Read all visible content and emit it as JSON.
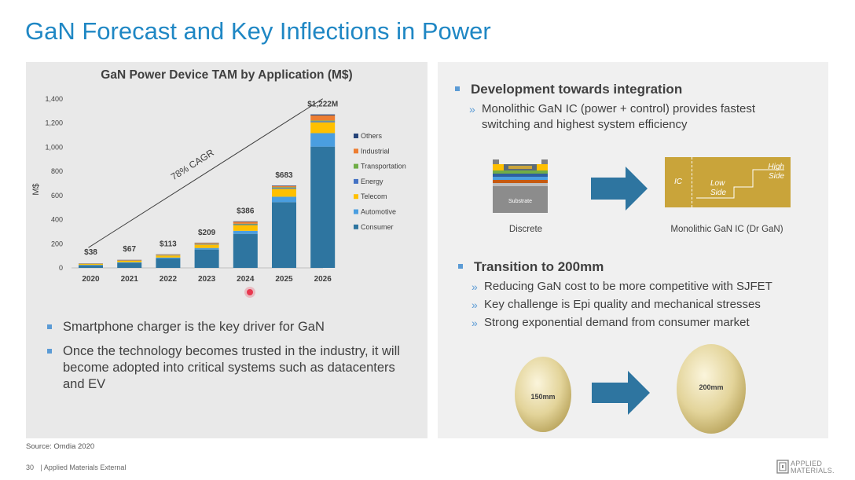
{
  "slide": {
    "title": "GaN Forecast and Key Inflections in Power",
    "source": "Source: Omdia 2020",
    "footer_page": "30",
    "footer_text": "| Applied Materials External",
    "logo_line1": "APPLIED",
    "logo_line2": "MATERIALS."
  },
  "chart_data": {
    "type": "bar",
    "stacked": true,
    "title": "GaN Power Device TAM by Application (M$)",
    "ylabel": "M$",
    "xlabel": "",
    "ylim": [
      0,
      1400
    ],
    "yticks": [
      "0",
      "200",
      "400",
      "600",
      "800",
      "1,000",
      "1,200",
      "1,400"
    ],
    "categories": [
      "2020",
      "2021",
      "2022",
      "2023",
      "2024",
      "2025",
      "2026"
    ],
    "totals": [
      "$38",
      "$67",
      "$113",
      "$209",
      "$386",
      "$683",
      "$1,222M"
    ],
    "series": [
      {
        "name": "Consumer",
        "color": "#2e75a0",
        "values": [
          22,
          42,
          78,
          152,
          282,
          545,
          1005
        ]
      },
      {
        "name": "Automotive",
        "color": "#4a9ee0",
        "values": [
          3,
          5,
          8,
          13,
          25,
          45,
          112
        ]
      },
      {
        "name": "Telecom",
        "color": "#ffc000",
        "values": [
          8,
          12,
          17,
          28,
          48,
          65,
          90
        ]
      },
      {
        "name": "Energy",
        "color": "#4472c4",
        "values": [
          1,
          2,
          3,
          4,
          6,
          8,
          9
        ]
      },
      {
        "name": "Transportation",
        "color": "#70ad47",
        "values": [
          1,
          1,
          2,
          3,
          5,
          6,
          6
        ]
      },
      {
        "name": "Industrial",
        "color": "#ed7d31",
        "values": [
          2,
          4,
          4,
          7,
          16,
          10,
          42
        ]
      },
      {
        "name": "Others",
        "color": "#264478",
        "values": [
          1,
          1,
          1,
          2,
          4,
          4,
          8
        ]
      }
    ],
    "legend_order": [
      "Others",
      "Industrial",
      "Transportation",
      "Energy",
      "Telecom",
      "Automotive",
      "Consumer"
    ],
    "legend_position": "right",
    "annotation": "78% CAGR",
    "grid": false
  },
  "left_bullets": [
    "Smartphone charger is the key driver for GaN",
    "Once the technology becomes trusted in the industry, it will become adopted into critical systems such as datacenters and EV"
  ],
  "right": {
    "section1": {
      "heading": "Development towards integration",
      "sub": "Monolithic GaN IC (power + control) provides fastest switching and highest system efficiency"
    },
    "discrete": {
      "substrate": "Substrate",
      "caption": "Discrete"
    },
    "monolithic": {
      "ic": "IC",
      "low_side": "Low Side",
      "high_side": "High Side",
      "caption": "Monolithic GaN IC (Dr GaN)"
    },
    "section2": {
      "heading": "Transition to 200mm",
      "subs": [
        "Reducing GaN cost to be more competitive with SJFET",
        "Key challenge is Epi quality and mechanical stresses",
        "Strong exponential demand from consumer market"
      ]
    },
    "wafer_small": "150mm",
    "wafer_large": "200mm"
  },
  "colors": {
    "title": "#1f87c4",
    "accent": "#5b9bd5",
    "arrow": "#2e75a0",
    "ic_gold": "#c9a43a"
  }
}
